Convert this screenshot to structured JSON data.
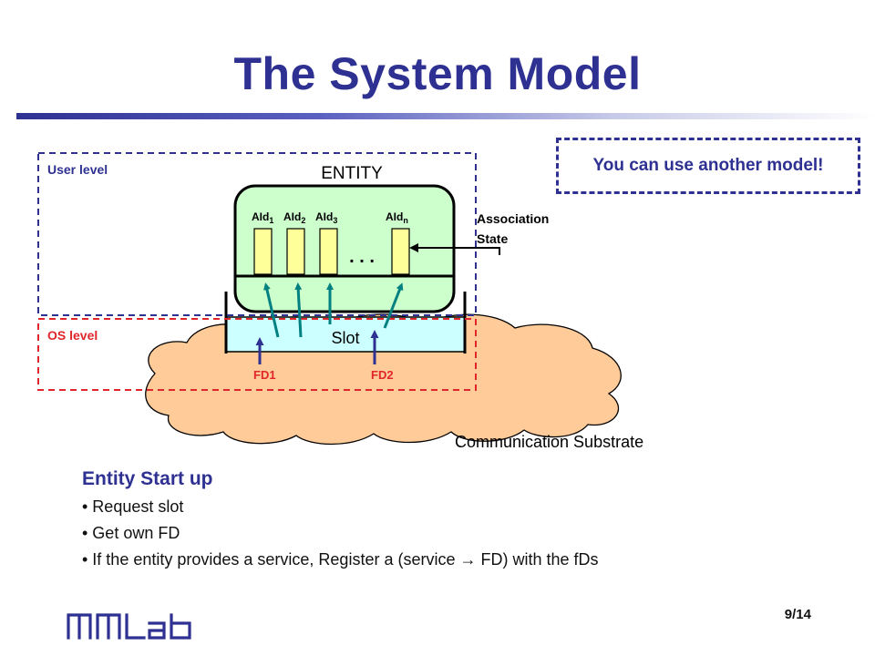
{
  "slide": {
    "title": "The System Model",
    "page": "9/14"
  },
  "diagram": {
    "user_level": "User level",
    "os_level": "OS level",
    "entity": "ENTITY",
    "aids": [
      {
        "base": "AId",
        "sub": "1"
      },
      {
        "base": "AId",
        "sub": "2"
      },
      {
        "base": "AId",
        "sub": "3"
      },
      {
        "base": "AId",
        "sub": "n"
      }
    ],
    "ellipsis": ". . .",
    "association_line1": "Association",
    "association_line2": "State",
    "slot": "Slot",
    "fd1": "FD1",
    "fd2": "FD2",
    "substrate": "Communication Substrate"
  },
  "callout": "You can use another model!",
  "startup": {
    "title": "Entity Start up",
    "bullets": [
      "• Request slot",
      "• Get own FD",
      "• If the entity provides a service, Register a (service → FD) with the fDs"
    ]
  },
  "logo": "MMLab",
  "colors": {
    "accent": "#2e3192",
    "user_border": "#2e3192",
    "os_border": "#e0262b",
    "entity_fill": "#ccffcc",
    "slot_fill": "#ccffff",
    "cloud_fill": "#ffcc99",
    "aid_fill": "#ffff99",
    "arrow_teal": "#008080"
  }
}
